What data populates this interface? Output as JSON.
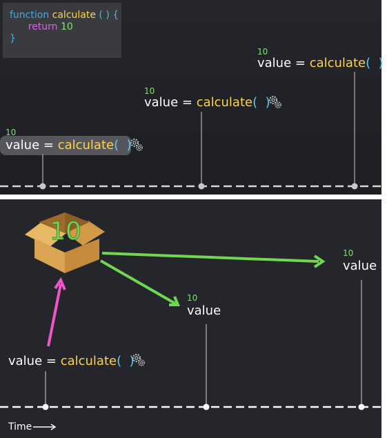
{
  "code": {
    "line1_keyword": "function",
    "line1_name": "calculate",
    "line1_rest": " ( ) {",
    "line2_keyword": "return",
    "line2_value": "10",
    "line3": "}"
  },
  "top_calls": [
    {
      "result": "10",
      "lhs": "value",
      "eq": " = ",
      "fn": "calculate",
      "open": "(",
      "close": ")"
    },
    {
      "result": "10",
      "lhs": "value",
      "eq": " = ",
      "fn": "calculate",
      "open": "(",
      "close": ")"
    },
    {
      "result": "10",
      "lhs": "value",
      "eq": " = ",
      "fn": "calculate",
      "open": "(",
      "close": ")"
    }
  ],
  "cache_box": {
    "value": "10"
  },
  "bottom_call": {
    "lhs": "value",
    "eq": " = ",
    "fn": "calculate",
    "open": "(",
    "close": ")"
  },
  "bottom_reads": [
    {
      "result": "10",
      "label": "value"
    },
    {
      "result": "10",
      "label": "value"
    }
  ],
  "time_label": "Time",
  "colors": {
    "background": "#24262c",
    "code_box": "#3a3b3f",
    "function_name": "#ffd34a",
    "number": "#7fe36c",
    "keyword": "#4aa6e3",
    "return_keyword": "#d266e6",
    "arrow_green": "#6fd84e",
    "arrow_pink": "#ef56c8",
    "box": "#d9a64d"
  },
  "icons": [
    "gear-icon",
    "box-icon",
    "arrow-right-icon"
  ]
}
